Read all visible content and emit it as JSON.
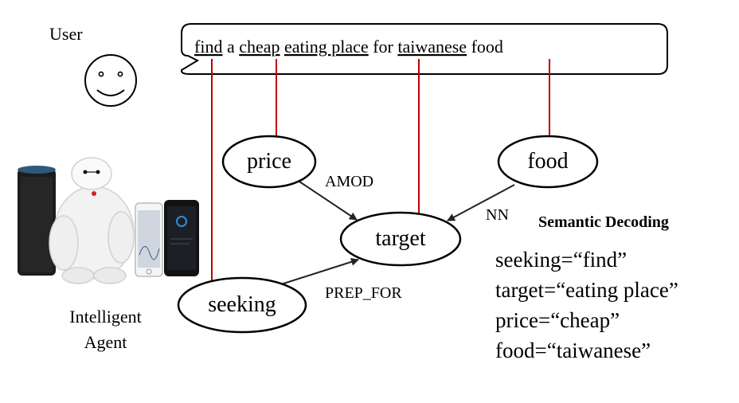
{
  "user": {
    "label": "User",
    "utterance": {
      "tokens": [
        {
          "text": "find",
          "underlined": true
        },
        {
          "text": " a ",
          "underlined": false
        },
        {
          "text": "cheap",
          "underlined": true
        },
        {
          "text": " ",
          "underlined": false
        },
        {
          "text": "eating place",
          "underlined": true
        },
        {
          "text": " for ",
          "underlined": false
        },
        {
          "text": "taiwanese",
          "underlined": true
        },
        {
          "text": " food",
          "underlined": false
        }
      ]
    }
  },
  "agent": {
    "label_line1": "Intelligent",
    "label_line2": "Agent"
  },
  "graph": {
    "nodes": [
      {
        "id": "price",
        "label": "price"
      },
      {
        "id": "food",
        "label": "food"
      },
      {
        "id": "target",
        "label": "target"
      },
      {
        "id": "seeking",
        "label": "seeking"
      }
    ],
    "edges": [
      {
        "from": "price",
        "to": "target",
        "label": "AMOD"
      },
      {
        "from": "food",
        "to": "target",
        "label": "NN"
      },
      {
        "from": "seeking",
        "to": "target",
        "label": "PREP_FOR"
      }
    ],
    "colors": {
      "link": "#c00000",
      "node_stroke": "#000000",
      "arrow": "#222222"
    }
  },
  "decoding": {
    "title": "Semantic Decoding",
    "lines": [
      "seeking=“find”",
      "target=“eating place”",
      "price=“cheap”",
      "food=“taiwanese”"
    ]
  }
}
